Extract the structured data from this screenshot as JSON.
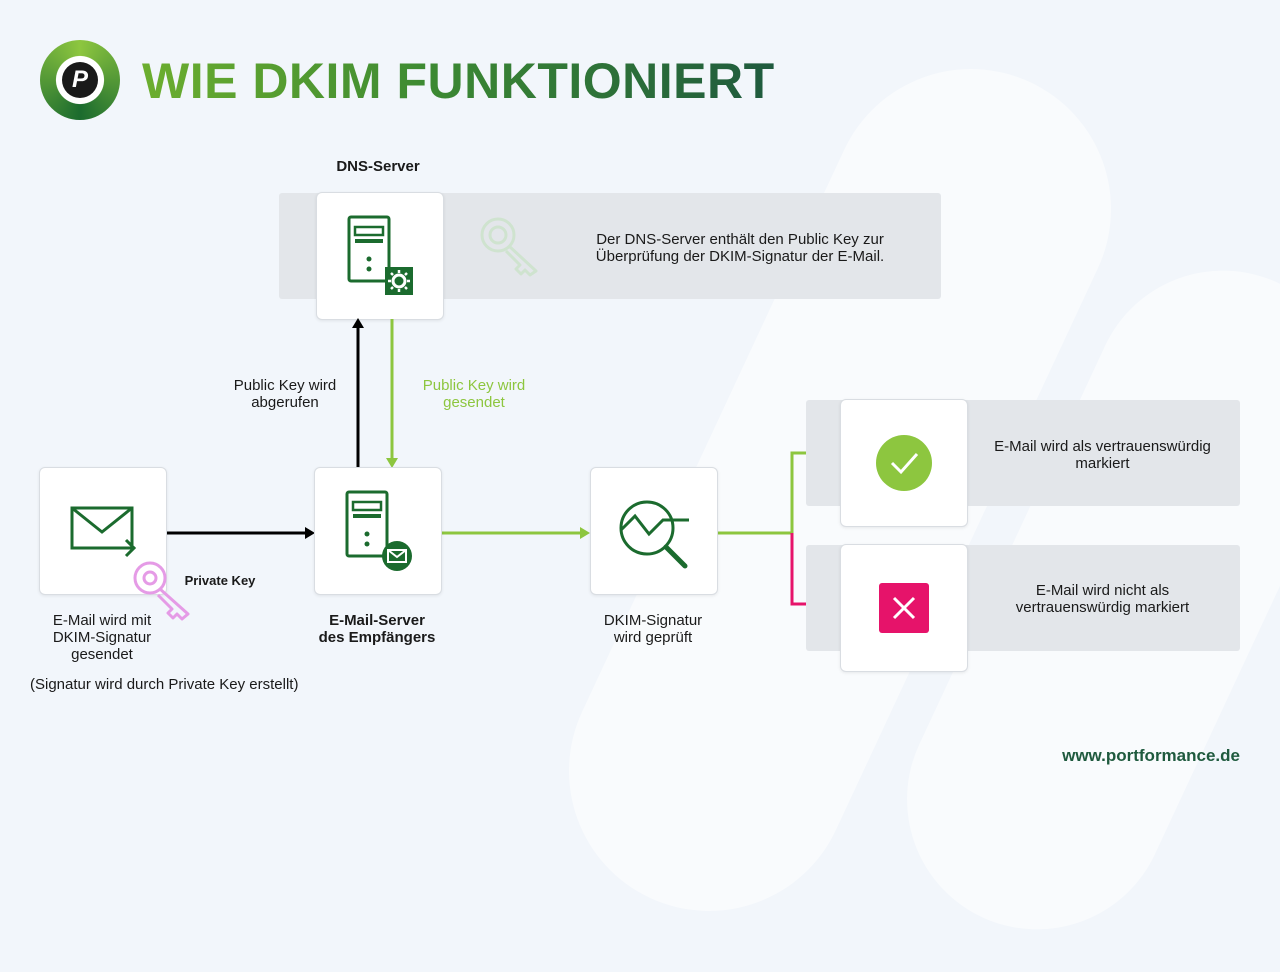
{
  "header": {
    "title": "WIE DKIM FUNKTIONIERT"
  },
  "dns": {
    "heading": "DNS-Server",
    "description": "Der DNS-Server enthält den Public Key zur\nÜberprüfung der DKIM-Signatur der E-Mail."
  },
  "arrows": {
    "fetch_label": "Public Key wird\nabgerufen",
    "send_label": "Public Key wird\ngesendet",
    "private_key_label": "Private Key"
  },
  "sender": {
    "caption": "E-Mail wird mit\nDKIM-Signatur\ngesendet",
    "note": "(Signatur wird durch Private Key erstellt)"
  },
  "receiver": {
    "caption": "E-Mail-Server\ndes Empfängers"
  },
  "check": {
    "caption": "DKIM-Signatur\nwird geprüft"
  },
  "results": {
    "trusted": "E-Mail wird als vertrauenswürdig\nmarkiert",
    "untrusted": "E-Mail wird nicht als\nvertrauenswürdig markiert"
  },
  "footer": {
    "url": "www.portformance.de"
  },
  "colors": {
    "green_dark": "#1b6b2e",
    "green_light": "#8dc63f",
    "magenta": "#e6136a",
    "pink_key": "#e59be6",
    "dns_key": "#cfe3cf"
  }
}
